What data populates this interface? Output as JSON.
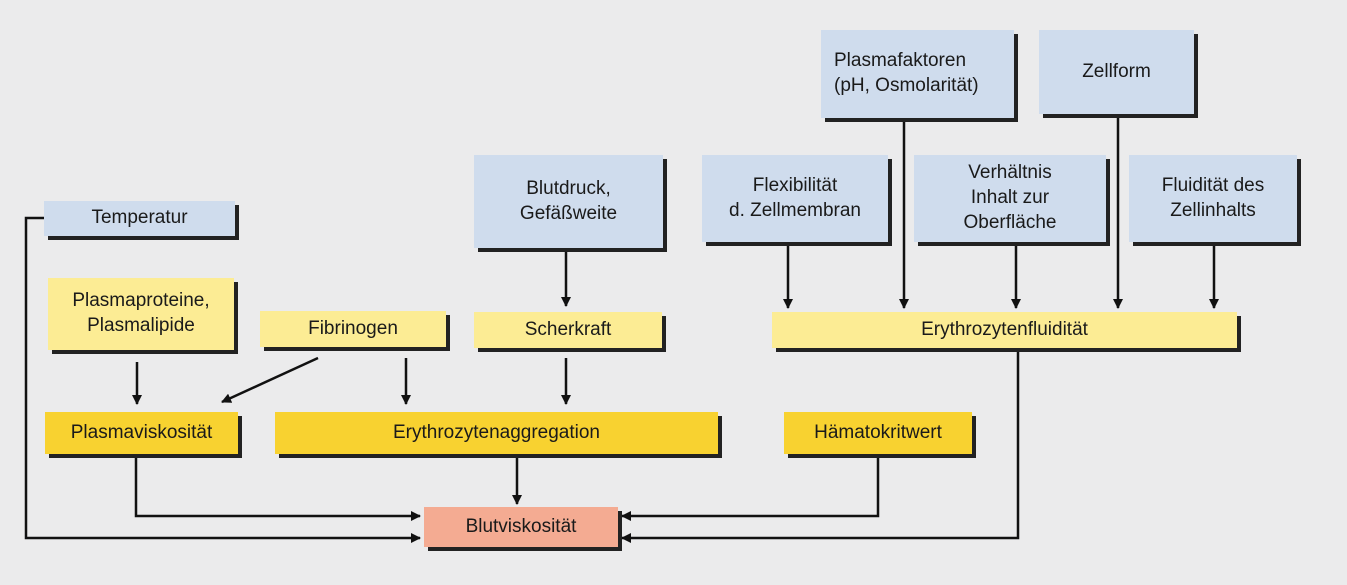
{
  "nodes": {
    "plasmafaktoren": "Plasmafaktoren\n(pH, Osmolarität)",
    "zellform": "Zellform",
    "blutdruck": "Blutdruck,\nGefäßweite",
    "flexibilitaet": "Flexibilität\nd. Zellmembran",
    "verhaeltnis": "Verhältnis\nInhalt zur\nOberfläche",
    "fluiditaet_inhalt": "Fluidität des\nZellinhalts",
    "temperatur": "Temperatur",
    "plasmaproteine": "Plasmaproteine,\nPlasmalipide",
    "fibrinogen": "Fibrinogen",
    "scherkraft": "Scherkraft",
    "erythrozytenfluiditaet": "Erythrozytenfluidität",
    "plasmaviskositaet": "Plasmaviskosität",
    "erythrozytenaggregation": "Erythrozytenaggregation",
    "haematokritwert": "Hämatokritwert",
    "blutviskositaet": "Blutviskosität"
  },
  "colors": {
    "factor": "#cfdced",
    "intermediate": "#fcec94",
    "main_factor": "#f8d230",
    "result": "#f4ab92",
    "arrow": "#111111",
    "background": "#ebebec"
  }
}
